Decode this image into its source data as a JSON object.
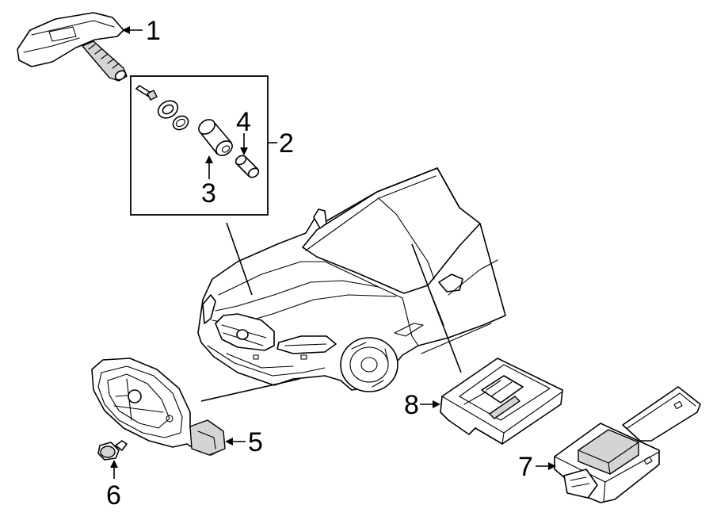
{
  "callouts": {
    "c1": "1",
    "c2": "2",
    "c3": "3",
    "c4": "4",
    "c5": "5",
    "c6": "6",
    "c7": "7",
    "c8": "8"
  },
  "colors": {
    "line": "#000000",
    "background": "#ffffff",
    "shading": "#d4d4d4"
  },
  "icons": [
    "tire-pressure-sensor",
    "valve-kit",
    "car",
    "key-fob",
    "screw",
    "receiver-module",
    "control-module"
  ]
}
